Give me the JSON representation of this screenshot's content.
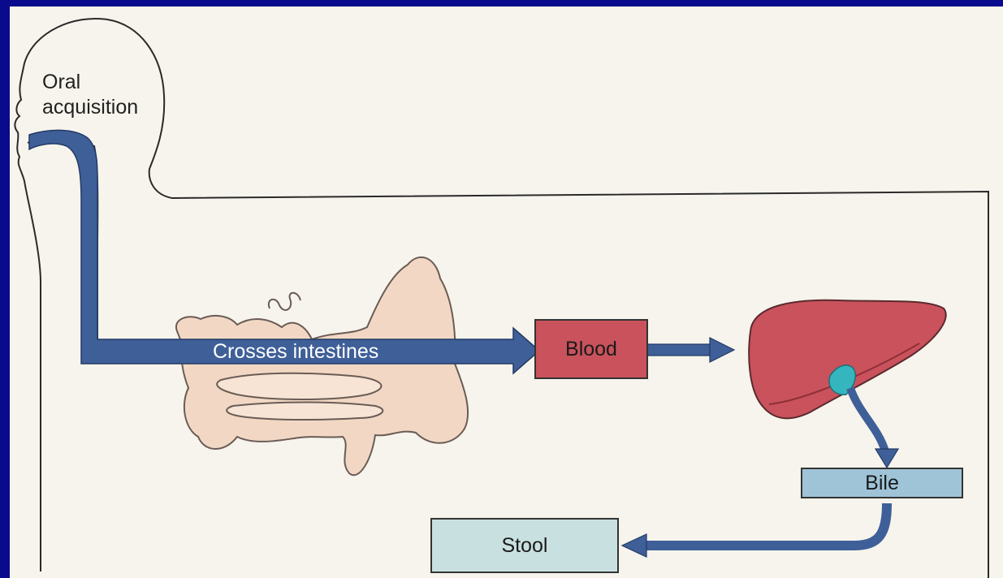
{
  "diagram": {
    "labels": {
      "oral_acquisition_line1": "Oral",
      "oral_acquisition_line2": "acquisition",
      "crosses_intestines": "Crosses intestines",
      "blood": "Blood",
      "bile": "Bile",
      "stool": "Stool"
    },
    "colors": {
      "slide_border": "#0a0a8c",
      "paper": "#f6f4ec",
      "pathway_arrow": "#3f5f98",
      "intestine": "#f2d8c4",
      "liver": "#c9525c",
      "gallbladder": "#35b6bf",
      "blood_box": "#c9525c",
      "bile_box": "#9fc4d8",
      "stool_box": "#c9e0e0"
    },
    "icons": {
      "head": "head-outline-icon",
      "intestine": "intestine-icon",
      "liver": "liver-icon"
    }
  }
}
